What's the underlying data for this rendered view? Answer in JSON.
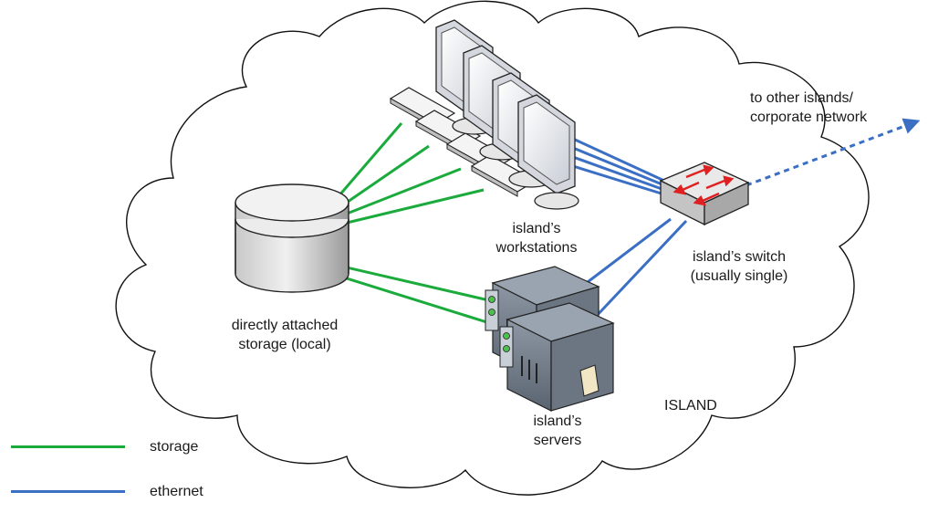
{
  "labels": {
    "external": [
      "to other islands/",
      "corporate network"
    ],
    "workstations": [
      "island’s",
      "workstations"
    ],
    "switch": [
      "island’s switch",
      "(usually single)"
    ],
    "storage": [
      "directly attached",
      "storage (local)"
    ],
    "servers": [
      "island’s",
      "servers"
    ],
    "island": "ISLAND"
  },
  "legend": [
    {
      "label": "storage",
      "color": "#1aab3c"
    },
    {
      "label": "ethernet",
      "color": "#3a6fc4"
    }
  ],
  "colors": {
    "storage_link": "#1aab3c",
    "ethernet_link": "#3a6fc4",
    "cloud_outline": "#111111",
    "switch_arrow": "#e02020"
  },
  "icons": [
    "cloud-outline",
    "storage-drum-icon",
    "monitor-icon",
    "keyboard-icon",
    "switch-icon",
    "server-icon"
  ]
}
